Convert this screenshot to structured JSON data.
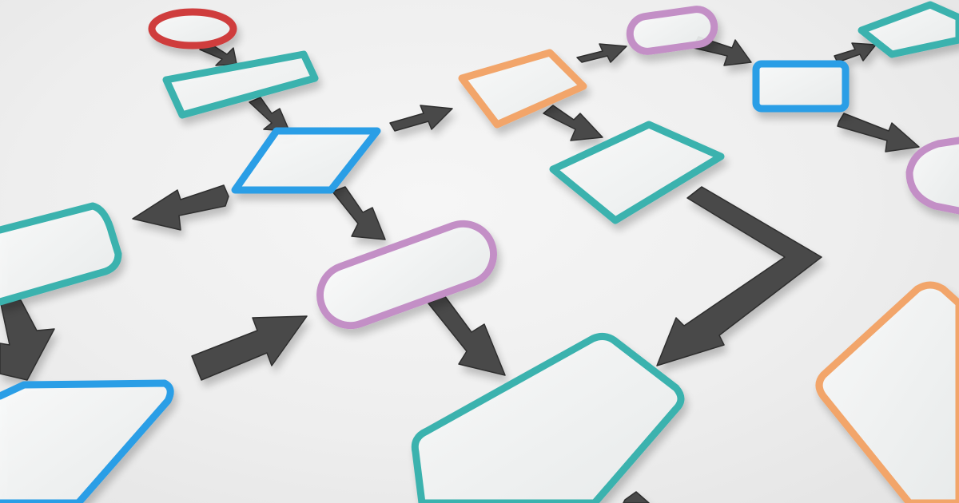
{
  "diagram": {
    "kind": "flowchart-illustration",
    "text_labels": [],
    "colors": {
      "background": "#ececec",
      "arrow": "#4a4a4a",
      "arrow_edge": "#2f2f2f",
      "node_fill": "#f4f6f6",
      "teal": "#3bb2ae",
      "blue": "#2a9ee6",
      "purple": "#c38fc6",
      "orange": "#f2a56a",
      "red": "#cf3e3e"
    },
    "nodes": [
      {
        "id": "start-terminal",
        "shape": "oval",
        "color": "red"
      },
      {
        "id": "process-1",
        "shape": "rectangle",
        "color": "teal"
      },
      {
        "id": "decision-1",
        "shape": "diamond",
        "color": "blue"
      },
      {
        "id": "process-2",
        "shape": "rectangle",
        "color": "orange"
      },
      {
        "id": "terminal-2",
        "shape": "oval",
        "color": "purple"
      },
      {
        "id": "decision-2",
        "shape": "diamond",
        "color": "blue"
      },
      {
        "id": "process-3",
        "shape": "rectangle",
        "color": "teal"
      },
      {
        "id": "terminal-3",
        "shape": "oval",
        "color": "purple"
      },
      {
        "id": "process-4",
        "shape": "rectangle",
        "color": "teal"
      },
      {
        "id": "process-5",
        "shape": "rectangle",
        "color": "teal"
      },
      {
        "id": "terminal-4",
        "shape": "oval",
        "color": "purple"
      },
      {
        "id": "process-6",
        "shape": "rectangle",
        "color": "teal"
      },
      {
        "id": "decision-3",
        "shape": "diamond",
        "color": "blue"
      },
      {
        "id": "process-7",
        "shape": "rectangle",
        "color": "orange"
      },
      {
        "id": "process-8",
        "shape": "rectangle",
        "color": "teal"
      }
    ],
    "arrows": [
      {
        "from": "start-terminal",
        "to": "process-1"
      },
      {
        "from": "process-1",
        "to": "decision-1"
      },
      {
        "from": "decision-1",
        "to": "process-2"
      },
      {
        "from": "process-2",
        "to": "terminal-2"
      },
      {
        "from": "terminal-2",
        "to": "decision-2"
      },
      {
        "from": "decision-2",
        "to": "process-8"
      },
      {
        "from": "decision-2",
        "to": "terminal-4"
      },
      {
        "from": "process-2",
        "to": "process-3"
      },
      {
        "from": "process-3",
        "to": "process-6"
      },
      {
        "from": "decision-1",
        "to": "process-4"
      },
      {
        "from": "decision-1",
        "to": "terminal-3"
      },
      {
        "from": "terminal-3",
        "to": "process-6"
      },
      {
        "from": "process-4",
        "to": "decision-3"
      },
      {
        "from": "decision-3",
        "to": "terminal-3"
      }
    ]
  }
}
